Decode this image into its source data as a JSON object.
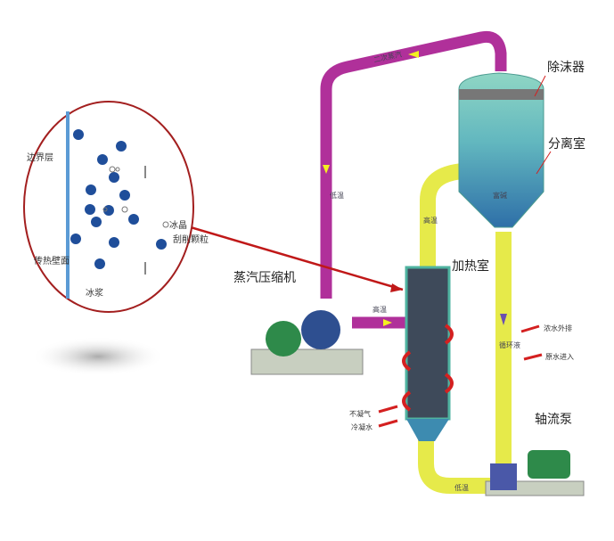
{
  "title": "MVR蒸发结晶系统示意图",
  "labels": {
    "demister": "除沫器",
    "separator": "分离室",
    "heater": "加热室",
    "compressor": "蒸汽压缩机",
    "pump": "轴流泵",
    "concentrate_out": "浓水外排",
    "raw_in": "原水进入",
    "noncondensable": "不凝气",
    "condensate": "冷凝水",
    "circulating": "循环液",
    "high_temp_1": "高温",
    "high_temp_2": "高温",
    "low_temp_1": "低温",
    "low_temp_2": "低温",
    "secondary_steam": "二次蒸汽",
    "rich_liquid": "富碱"
  },
  "inset": {
    "boundary_layer": "边界层",
    "heat_wall": "传热壁面",
    "ice_crystal": "冰晶",
    "scraped_particle": "刮削颗粒",
    "ice_slurry": "冰浆"
  },
  "colors": {
    "steam_pipe": "#b0309a",
    "liquid_pipe": "#e6ea4a",
    "tank": "#6cc4b4",
    "arrow_red": "#d42020",
    "inset_border": "#a31f1f"
  }
}
